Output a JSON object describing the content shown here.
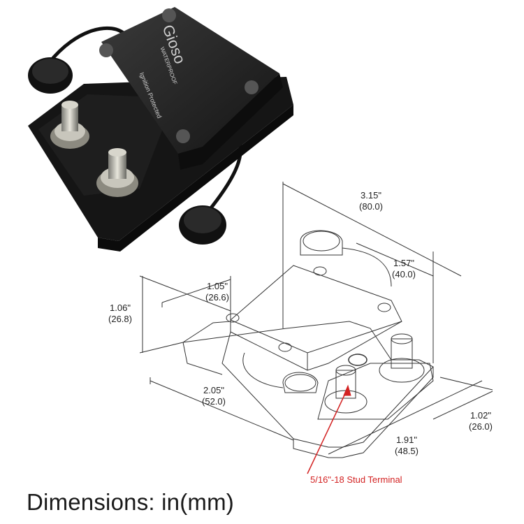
{
  "product": {
    "brand": "Gioso",
    "badge": "WATERPROOF",
    "tagline": "Ignition Protected"
  },
  "dimensions": [
    {
      "id": "overall_length",
      "inch": "3.15\"",
      "mm": "(80.0)"
    },
    {
      "id": "cover_length",
      "inch": "1.57\"",
      "mm": "(40.0)"
    },
    {
      "id": "mount_width",
      "inch": "1.05\"",
      "mm": "(26.6)"
    },
    {
      "id": "height",
      "inch": "1.06\"",
      "mm": "(26.8)"
    },
    {
      "id": "overall_width",
      "inch": "2.05\"",
      "mm": "(52.0)"
    },
    {
      "id": "terminal_spacing",
      "inch": "1.91\"",
      "mm": "(48.5)"
    },
    {
      "id": "terminal_offset",
      "inch": "1.02\"",
      "mm": "(26.0)"
    }
  ],
  "callout": "5/16\"-18 Stud Terminal",
  "caption": "Dimensions: in(mm)",
  "colors": {
    "callout": "#d32222",
    "body": "#1c1c1c"
  }
}
